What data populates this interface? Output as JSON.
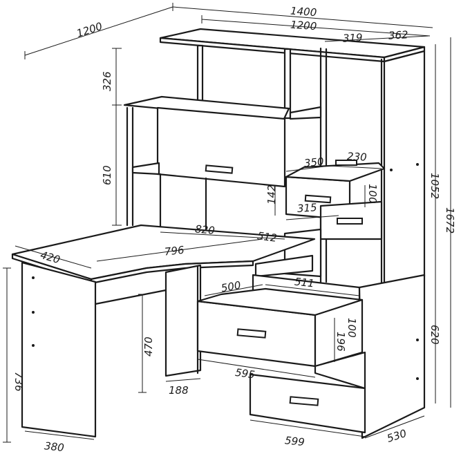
{
  "dimensions": {
    "top_width_total": "1400",
    "top_width_inner": "1200",
    "top_left_depth": "1200",
    "shelf_319": "319",
    "shelf_362": "362",
    "height_326": "326",
    "height_610": "610",
    "height_1052": "1052",
    "height_1672": "1672",
    "desk_820": "820",
    "desk_512": "512",
    "desk_796": "796",
    "desk_420": "420",
    "drawer_350": "350",
    "drawer_230": "230",
    "drawer_142": "142",
    "drawer_100": "100",
    "drawer_315": "315",
    "drawer_500": "500",
    "drawer_511": "511",
    "drawer_100b": "100",
    "drawer_196": "196",
    "height_620": "620",
    "height_470": "470",
    "height_736": "736",
    "width_188": "188",
    "width_595": "595",
    "width_380": "380",
    "width_599": "599",
    "width_530": "530"
  }
}
